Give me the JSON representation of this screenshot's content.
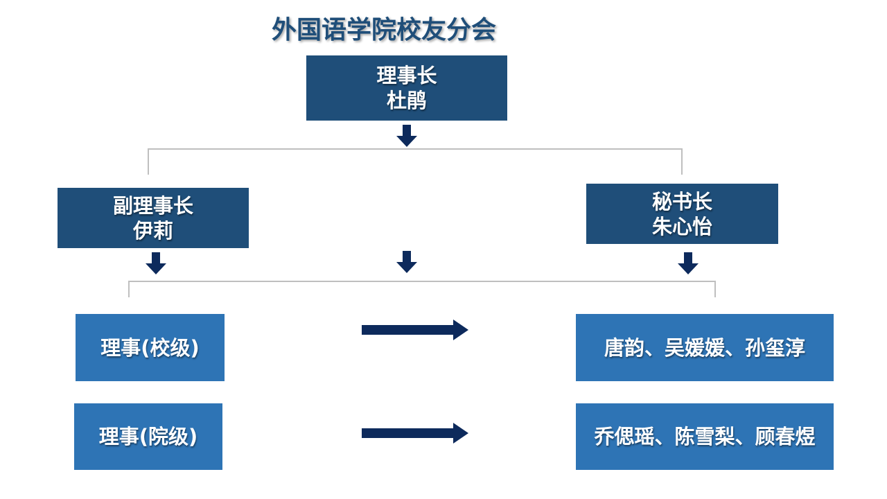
{
  "title": "外国语学院校友分会",
  "nodes": {
    "chairman": {
      "role": "理事长",
      "name": "杜鹃"
    },
    "vice_chairman": {
      "role": "副理事长",
      "name": "伊莉"
    },
    "secretary_general": {
      "role": "秘书长",
      "name": "朱心怡"
    },
    "director_school": {
      "label": "理事(校级)"
    },
    "director_college": {
      "label": "理事(院级)"
    },
    "members_school": {
      "label": "唐韵、吴媛媛、孙玺淳"
    },
    "members_college": {
      "label": "乔偲瑶、陈雪梨、顾春煜"
    }
  },
  "colors": {
    "dark_box": "#1f4e79",
    "light_box": "#2e74b5",
    "arrow": "#0d2a5c",
    "connector": "#bfbfbf",
    "title": "#1f4e79"
  },
  "icons": {
    "down_arrow": "arrow-down-icon",
    "right_arrow": "arrow-right-icon"
  }
}
